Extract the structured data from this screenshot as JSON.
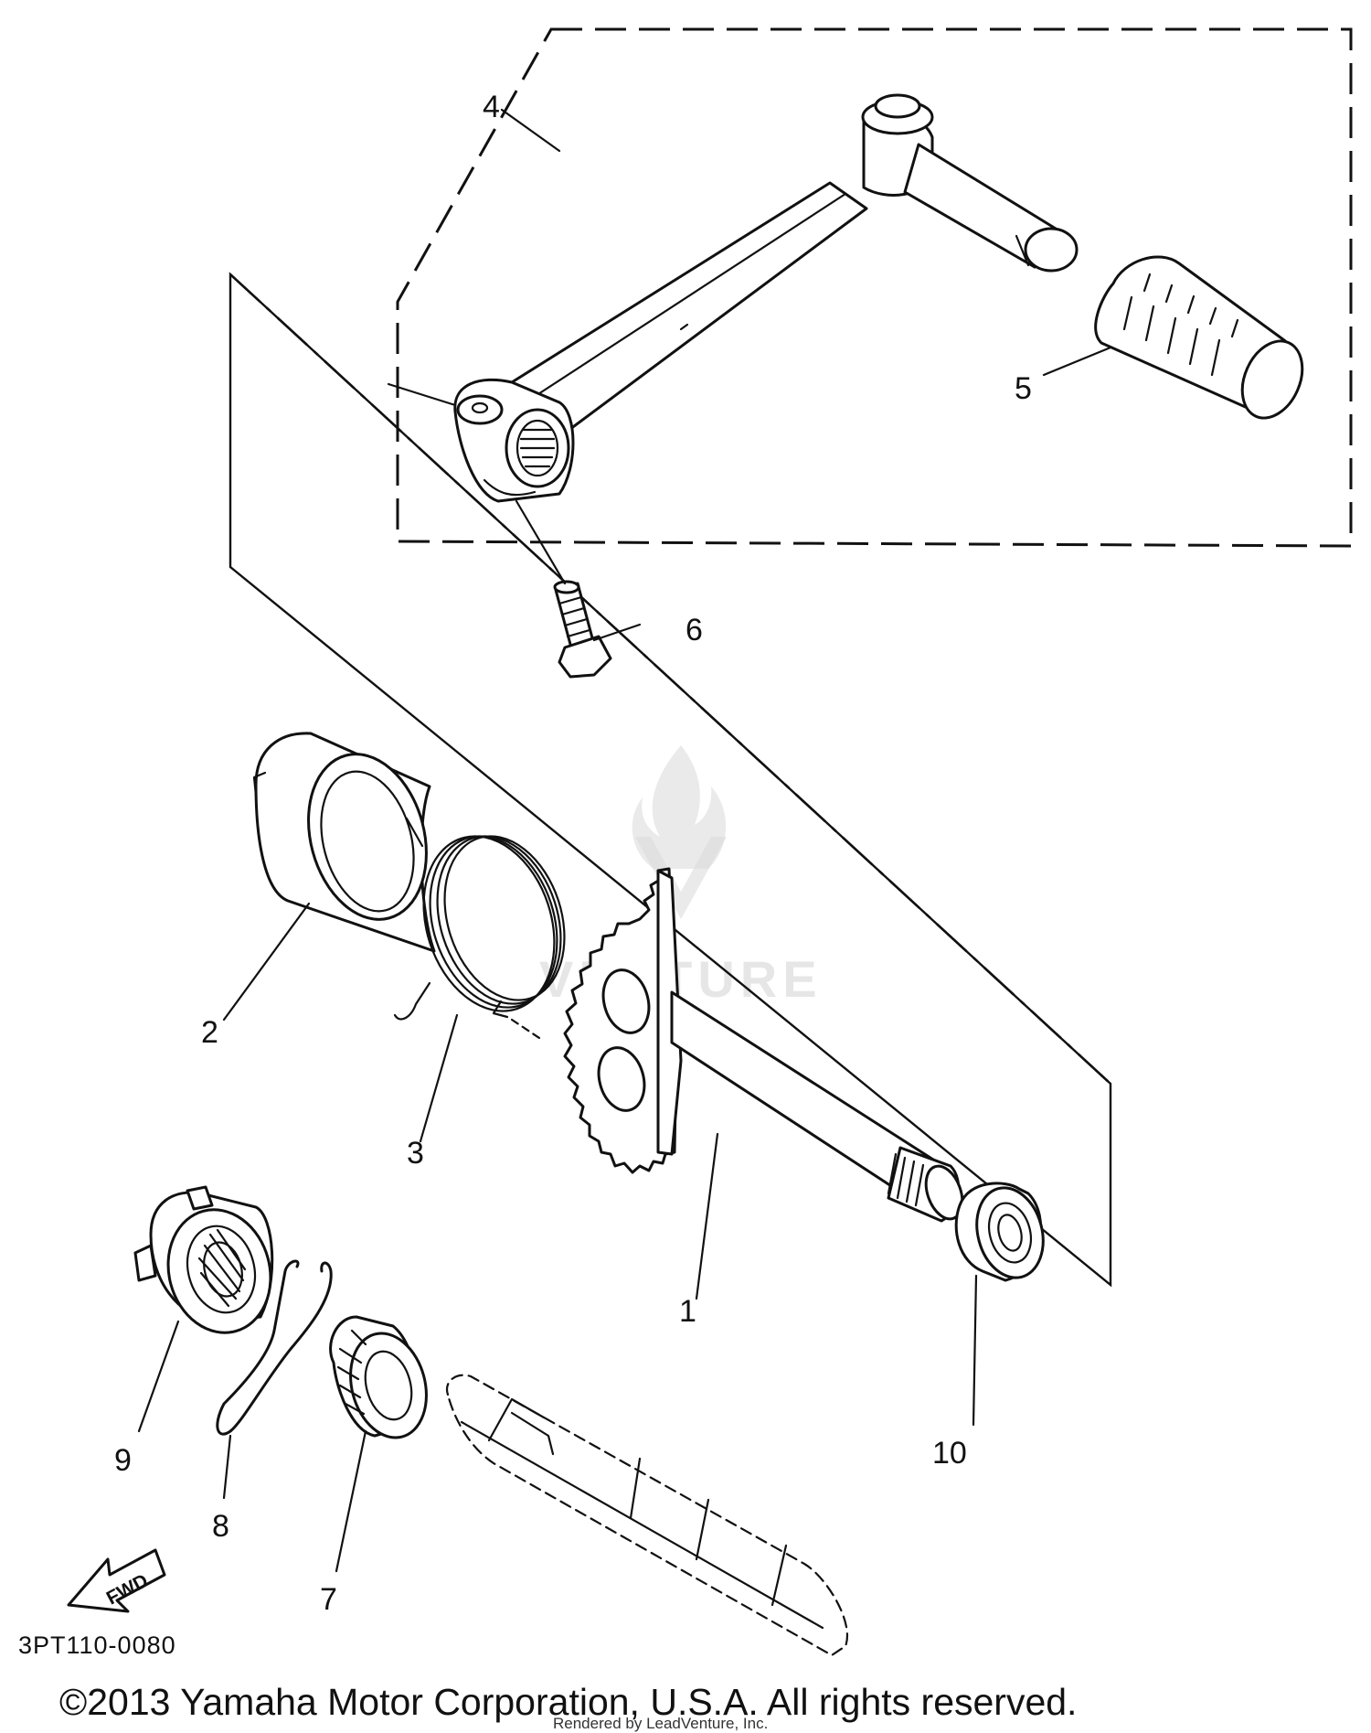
{
  "diagram_code": "3PT110-0080",
  "copyright": "©2013 Yamaha Motor Corporation, U.S.A. All rights reserved.",
  "rendered_by": "Rendered by LeadVenture, Inc.",
  "watermark": "VENTURE",
  "fwd_label": "FWD",
  "callouts": [
    {
      "id": "1",
      "label": "1"
    },
    {
      "id": "2",
      "label": "2"
    },
    {
      "id": "3",
      "label": "3"
    },
    {
      "id": "4",
      "label": "4"
    },
    {
      "id": "5",
      "label": "5"
    },
    {
      "id": "6",
      "label": "6"
    },
    {
      "id": "7",
      "label": "7"
    },
    {
      "id": "8",
      "label": "8"
    },
    {
      "id": "9",
      "label": "9"
    },
    {
      "id": "10",
      "label": "10"
    }
  ]
}
